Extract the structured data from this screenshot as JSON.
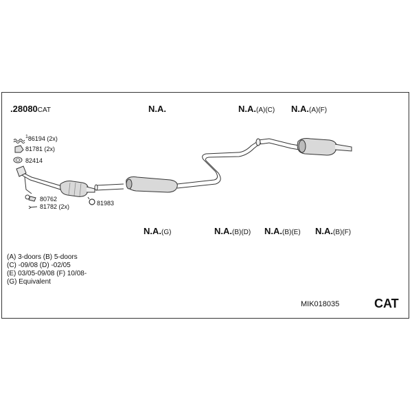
{
  "header": {
    "part_main_number": "28080",
    "part_main_suffix": "CAT"
  },
  "na_labels": [
    {
      "main": "N.A.",
      "sub": ""
    },
    {
      "main": "N.A.",
      "sub": "(A)(C)"
    },
    {
      "main": "N.A.",
      "sub": "(A)(F)"
    },
    {
      "main": "N.A.",
      "sub": "(G)"
    },
    {
      "main": "N.A.",
      "sub": "(B)(D)"
    },
    {
      "main": "N.A.",
      "sub": "(B)(E)"
    },
    {
      "main": "N.A.",
      "sub": "(B)(F)"
    }
  ],
  "parts": {
    "p86194": "86194 (2x)",
    "p86194_prefix": "1",
    "p81781": "81781 (2x)",
    "p82414": "82414",
    "p80762": "80762",
    "p81782": "81782 (2x)",
    "p81983": "81983"
  },
  "legend": [
    "(A) 3-doors (B) 5-doors",
    "(C) -09/08 (D) -02/05",
    "(E) 03/05-09/08 (F) 10/08-",
    "(G) Equivalent"
  ],
  "footer": {
    "code": "MIK018035",
    "badge": "CAT"
  },
  "colors": {
    "line": "#333333",
    "part_fill": "#d9d9d9"
  }
}
